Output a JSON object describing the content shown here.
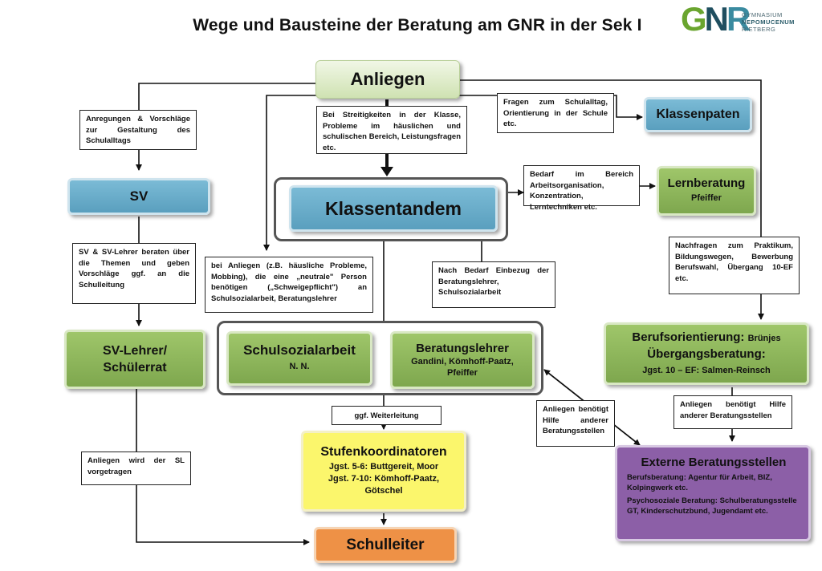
{
  "title": "Wege und Bausteine der Beratung am GNR in der Sek I",
  "logo": {
    "letters": "GNR",
    "line1": "GYMNASIUM",
    "line2": "NEPOMUCENUM",
    "line3": "RIETBERG"
  },
  "nodes": {
    "anliegen": "Anliegen",
    "sv": "SV",
    "sv_lehrer": "SV-Lehrer/\nSchülerrat",
    "klassenpaten": "Klassenpaten",
    "lernberatung": "Lernberatung",
    "lernberatung_name": "Pfeiffer",
    "klassentandem": "Klassentandem",
    "schulsozialarbeit": "Schulsozialarbeit",
    "schulsozialarbeit_name": "N. N.",
    "beratungslehrer": "Beratungslehrer",
    "beratungslehrer_names": "Gandini, Kömhoff-Paatz,\nPfeiffer",
    "berufsorientierung_title": "Berufsorientierung:",
    "berufsorientierung_name": "Brünjes",
    "uebergangsberatung": "Übergangsberatung:",
    "berufsorientierung_detail": "Jgst. 10 – EF: Salmen-Reinsch",
    "stufenkoordinatoren": "Stufenkoordinatoren",
    "stufen_line1": "Jgst. 5-6: Buttgereit, Moor",
    "stufen_line2": "Jgst. 7-10: Kömhoff-Paatz,\nGötschel",
    "externe": "Externe Beratungsstellen",
    "externe_line1": "Berufsberatung: Agentur für Arbeit, BIZ, Kolpingwerk etc.",
    "externe_line2": "Psychosoziale Beratung: Schulberatungsstelle GT, Kinderschutzbund, Jugendamt etc.",
    "schulleiter": "Schulleiter"
  },
  "notes": {
    "anregungen": "Anregungen & Vorschläge zur Gestaltung des Schulalltags",
    "streitigkeiten": "Bei Streitigkeiten in der Klasse, Probleme im häuslichen und schulischen Bereich, Leistungsfragen etc.",
    "fragen_schulalltag": "Fragen zum Schulalltag, Orientierung in der Schule etc.",
    "bedarf_arbeit": "Bedarf im Bereich Arbeitsorganisation, Konzentration, Lerntechniken etc.",
    "sv_lehrer_beraten": "SV & SV-Lehrer beraten über die Themen und geben Vorschläge ggf. an die Schulleitung",
    "neutrale_person": "bei Anliegen (z.B. häusliche Probleme, Mobbing), die eine „neutrale\" Person benötigen („Schweigepflicht\") an Schulsozialarbeit, Beratungslehrer",
    "nach_bedarf": "Nach Bedarf Einbezug der Beratungslehrer, Schulsozialarbeit",
    "nachfragen_praktikum": "Nachfragen zum Praktikum, Bildungswegen, Bewerbung Berufswahl, Übergang 10-EF etc.",
    "weiterleitung": "ggf. Weiterleitung",
    "hilfe_andere_1": "Anliegen benötigt Hilfe anderer Beratungsstellen",
    "hilfe_andere_2": "Anliegen benötigt Hilfe anderer Beratungsstellen",
    "sl_vorgetragen": "Anliegen wird der SL vorgetragen"
  }
}
